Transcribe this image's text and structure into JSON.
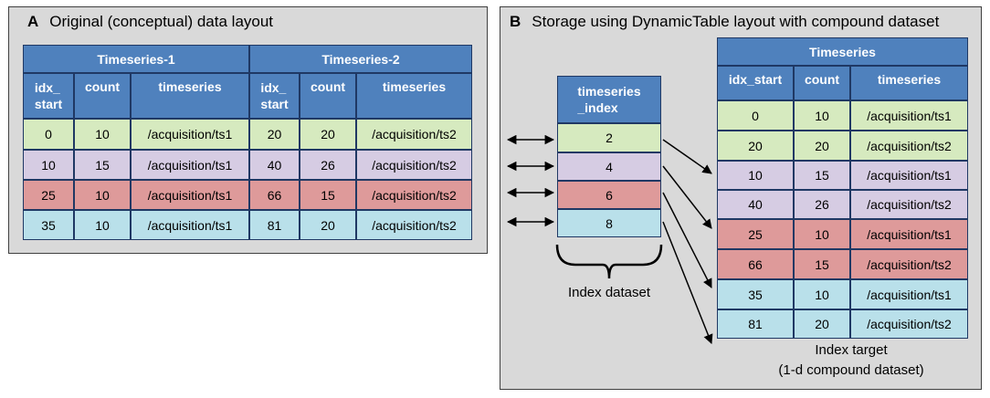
{
  "panel_a": {
    "letter": "A",
    "title": "Original (conceptual) data layout",
    "group_headers": [
      "Timeseries-1",
      "Timeseries-2"
    ],
    "column_headers": [
      "idx_\nstart",
      "count",
      "timeseries",
      "idx_\nstart",
      "count",
      "timeseries"
    ],
    "rows": [
      [
        "0",
        "10",
        "/acquisition/ts1",
        "20",
        "20",
        "/acquisition/ts2"
      ],
      [
        "10",
        "15",
        "/acquisition/ts1",
        "40",
        "26",
        "/acquisition/ts2"
      ],
      [
        "25",
        "10",
        "/acquisition/ts1",
        "66",
        "15",
        "/acquisition/ts2"
      ],
      [
        "35",
        "10",
        "/acquisition/ts1",
        "81",
        "20",
        "/acquisition/ts2"
      ]
    ]
  },
  "panel_b": {
    "letter": "B",
    "title": "Storage using DynamicTable layout with compound dataset",
    "index_header": "timeseries\n_index",
    "index_values": [
      "2",
      "4",
      "6",
      "8"
    ],
    "index_label": "Index dataset",
    "target_group_header": "Timeseries",
    "target_column_headers": [
      "idx_start",
      "count",
      "timeseries"
    ],
    "target_rows": [
      [
        "0",
        "10",
        "/acquisition/ts1"
      ],
      [
        "20",
        "20",
        "/acquisition/ts2"
      ],
      [
        "10",
        "15",
        "/acquisition/ts1"
      ],
      [
        "40",
        "26",
        "/acquisition/ts2"
      ],
      [
        "25",
        "10",
        "/acquisition/ts1"
      ],
      [
        "66",
        "15",
        "/acquisition/ts2"
      ],
      [
        "35",
        "10",
        "/acquisition/ts1"
      ],
      [
        "81",
        "20",
        "/acquisition/ts2"
      ]
    ],
    "target_label_line1": "Index target",
    "target_label_line2": "(1-d compound dataset)"
  },
  "colors": {
    "header": "#4f81bd",
    "row_colors": [
      "#d6eabf",
      "#d6cce3",
      "#de9a9a",
      "#b9e0ea"
    ],
    "panel_bg": "#d9d9d9",
    "border": "#1f3864"
  }
}
